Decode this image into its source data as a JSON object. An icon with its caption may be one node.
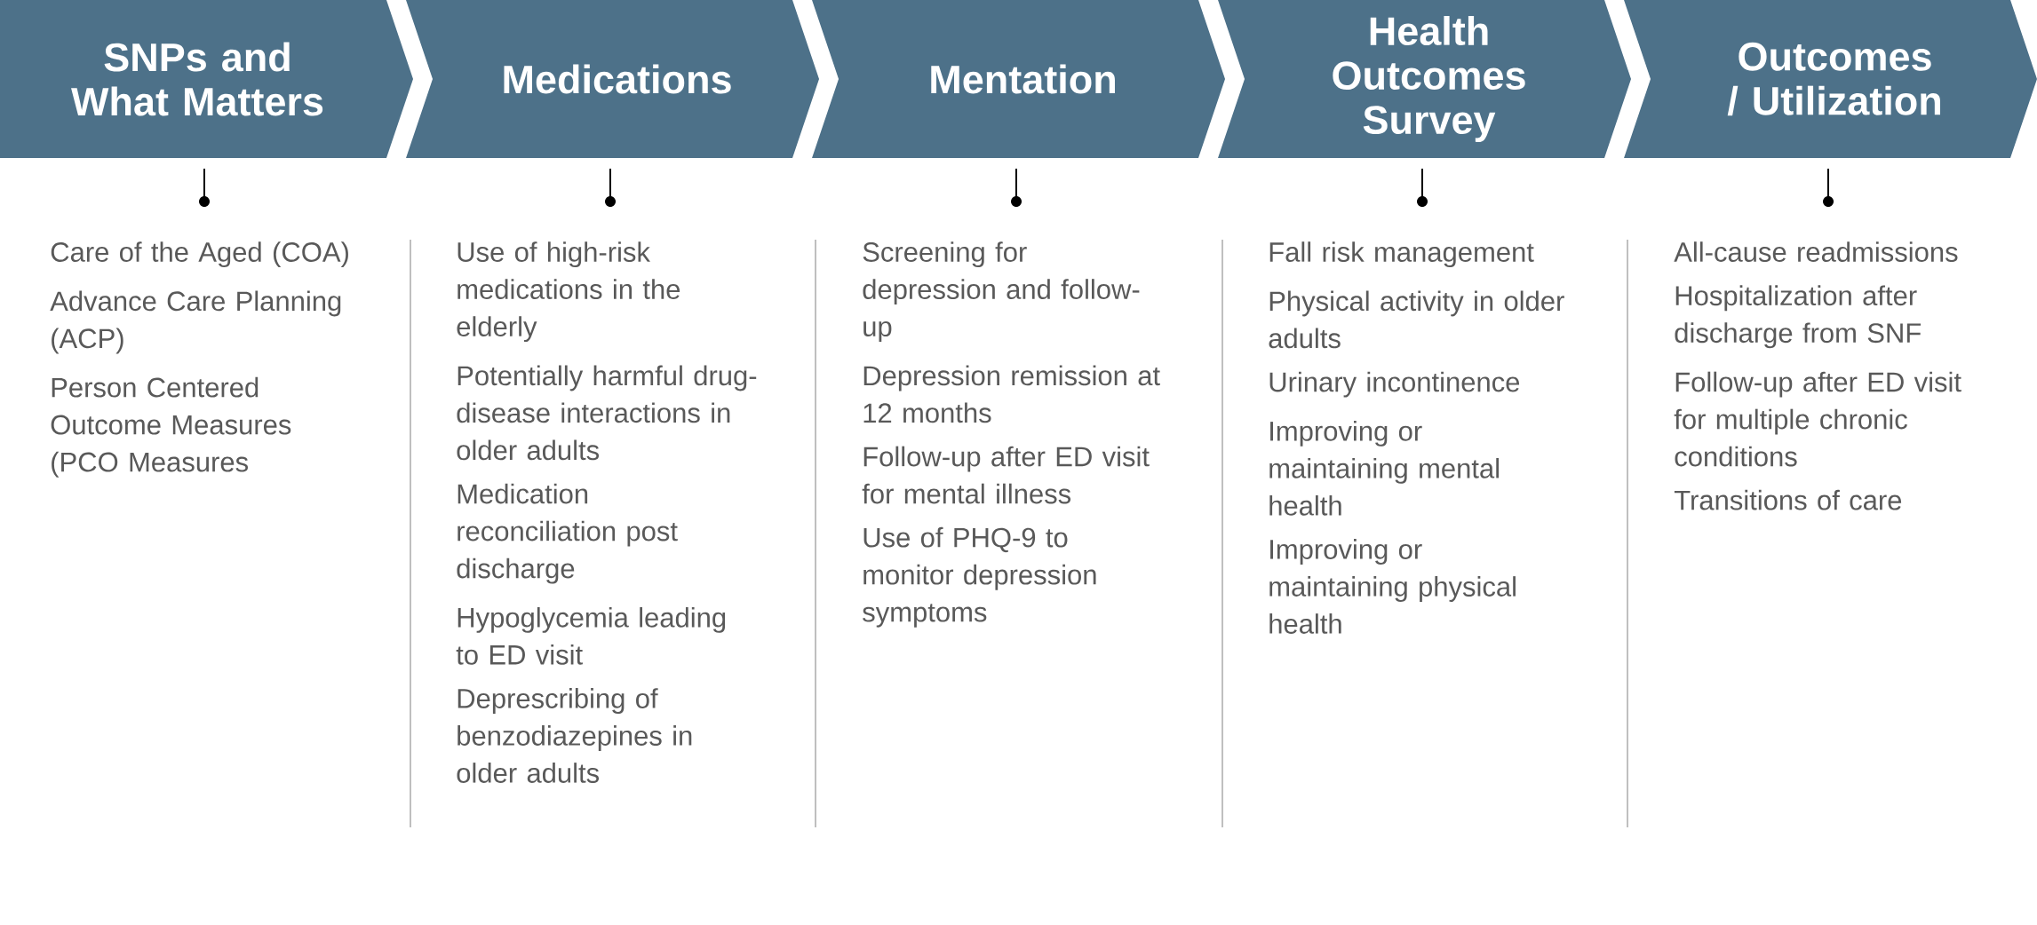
{
  "diagram": {
    "nodes": [
      {
        "text": [
          "SNPs and What Matters"
        ]
      },
      {
        "text": [
          "Medications"
        ]
      },
      {
        "text": [
          "Mentation"
        ]
      },
      {
        "text": [
          "Health Outcomes Survey"
        ]
      },
      {
        "text": [
          "Outcomes / Utilization"
        ]
      }
    ],
    "labels": [
      "Care of the Aged (COA)",
      "Advance Care Planning (ACP)",
      "Person Centered Outcome Measures (PCO Measures",
      "Use of high-risk medications in the elderly",
      "Potentially harmful drug-disease interactions in older adults",
      "Medication reconciliation post discharge",
      "Hypoglycemia leading to ED visit",
      "Deprescribing of benzodiazepines in older adults",
      "Screening for depression and follow-up",
      "Depression remission at 12 months",
      "Follow-up after ED visit for mental illness",
      "Use of PHQ-9 to monitor depression symptoms",
      "Fall risk management",
      "Physical activity in older adults",
      "Urinary incontinence",
      "Improving or maintaining mental health",
      "Improving or maintaining physical health",
      "All-cause readmissions",
      "Hospitalization after discharge from SNF",
      "Follow-up after ED visit for multiple chronic conditions",
      "Transitions of care"
    ]
  }
}
